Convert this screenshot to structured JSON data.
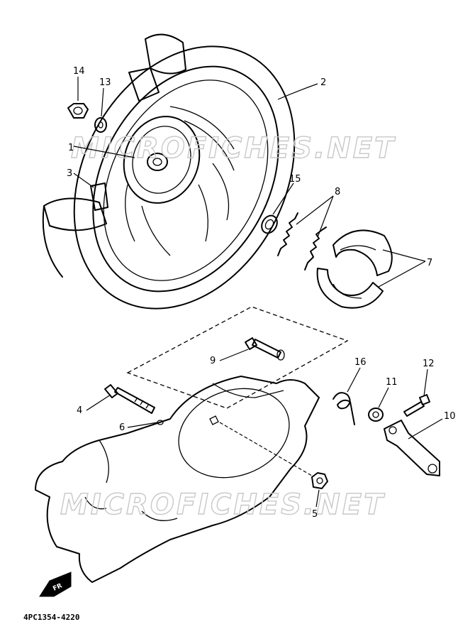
{
  "watermark_text": "MICROFICHES.NET",
  "diagram_code": "4PC1354-4220",
  "front_marker": "FR",
  "part_numbers": [
    "1",
    "2",
    "3",
    "4",
    "5",
    "6",
    "7",
    "8",
    "9",
    "10",
    "11",
    "12",
    "13",
    "14",
    "15",
    "16"
  ]
}
